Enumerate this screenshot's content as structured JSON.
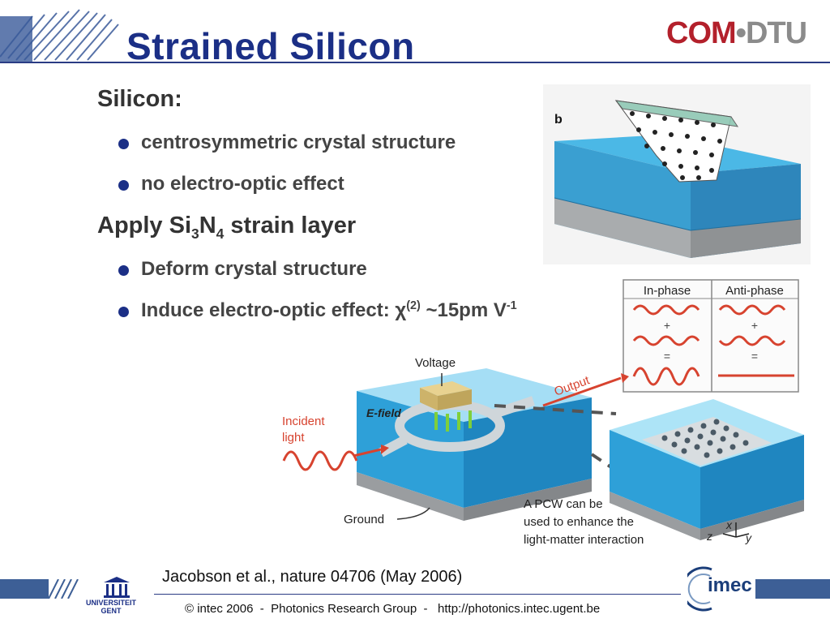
{
  "slide": {
    "title": "Strained Silicon",
    "logo_left": "COM",
    "logo_sep": "•",
    "logo_right": "DTU"
  },
  "content": {
    "heading1": "Silicon:",
    "bullets1": [
      "centrosymmetric crystal structure",
      "no electro-optic effect"
    ],
    "heading2_pre": "Apply Si",
    "heading2_sub1": "3",
    "heading2_mid": "N",
    "heading2_sub2": "4",
    "heading2_post": " strain layer",
    "bullet3": "Deform crystal structure",
    "bullet4_pre": "Induce electro-optic effect: χ",
    "bullet4_sup": "(2)",
    "bullet4_mid": " ~15pm V",
    "bullet4_sup2": "-1"
  },
  "figure_top": {
    "label": "b"
  },
  "figure_phase": {
    "in_phase": "In-phase",
    "anti_phase": "Anti-phase",
    "plus": "+",
    "equals": "="
  },
  "figure_device": {
    "voltage": "Voltage",
    "output": "Output",
    "incident": "Incident",
    "light": "light",
    "efield": "E-field",
    "ground": "Ground",
    "pcw_line1": "A PCW can be",
    "pcw_line2": "used to enhance the",
    "pcw_line3": "light-matter interaction",
    "axis_x": "x",
    "axis_y": "y",
    "axis_z": "z"
  },
  "footer": {
    "citation": "Jacobson et al., nature 04706 (May 2006)",
    "text": "© intec 2006  -  Photonics Research Group  -   http://photonics.intec.ugent.be",
    "ugent_line1": "UNIVERSITEIT",
    "ugent_line2": "GENT",
    "imec": "imec"
  },
  "colors": {
    "title": "#1b2f86",
    "logo_red": "#b3202b",
    "logo_grey": "#8b8b8b",
    "wave_red": "#d7432f",
    "water_blue": "#3aaee0"
  }
}
